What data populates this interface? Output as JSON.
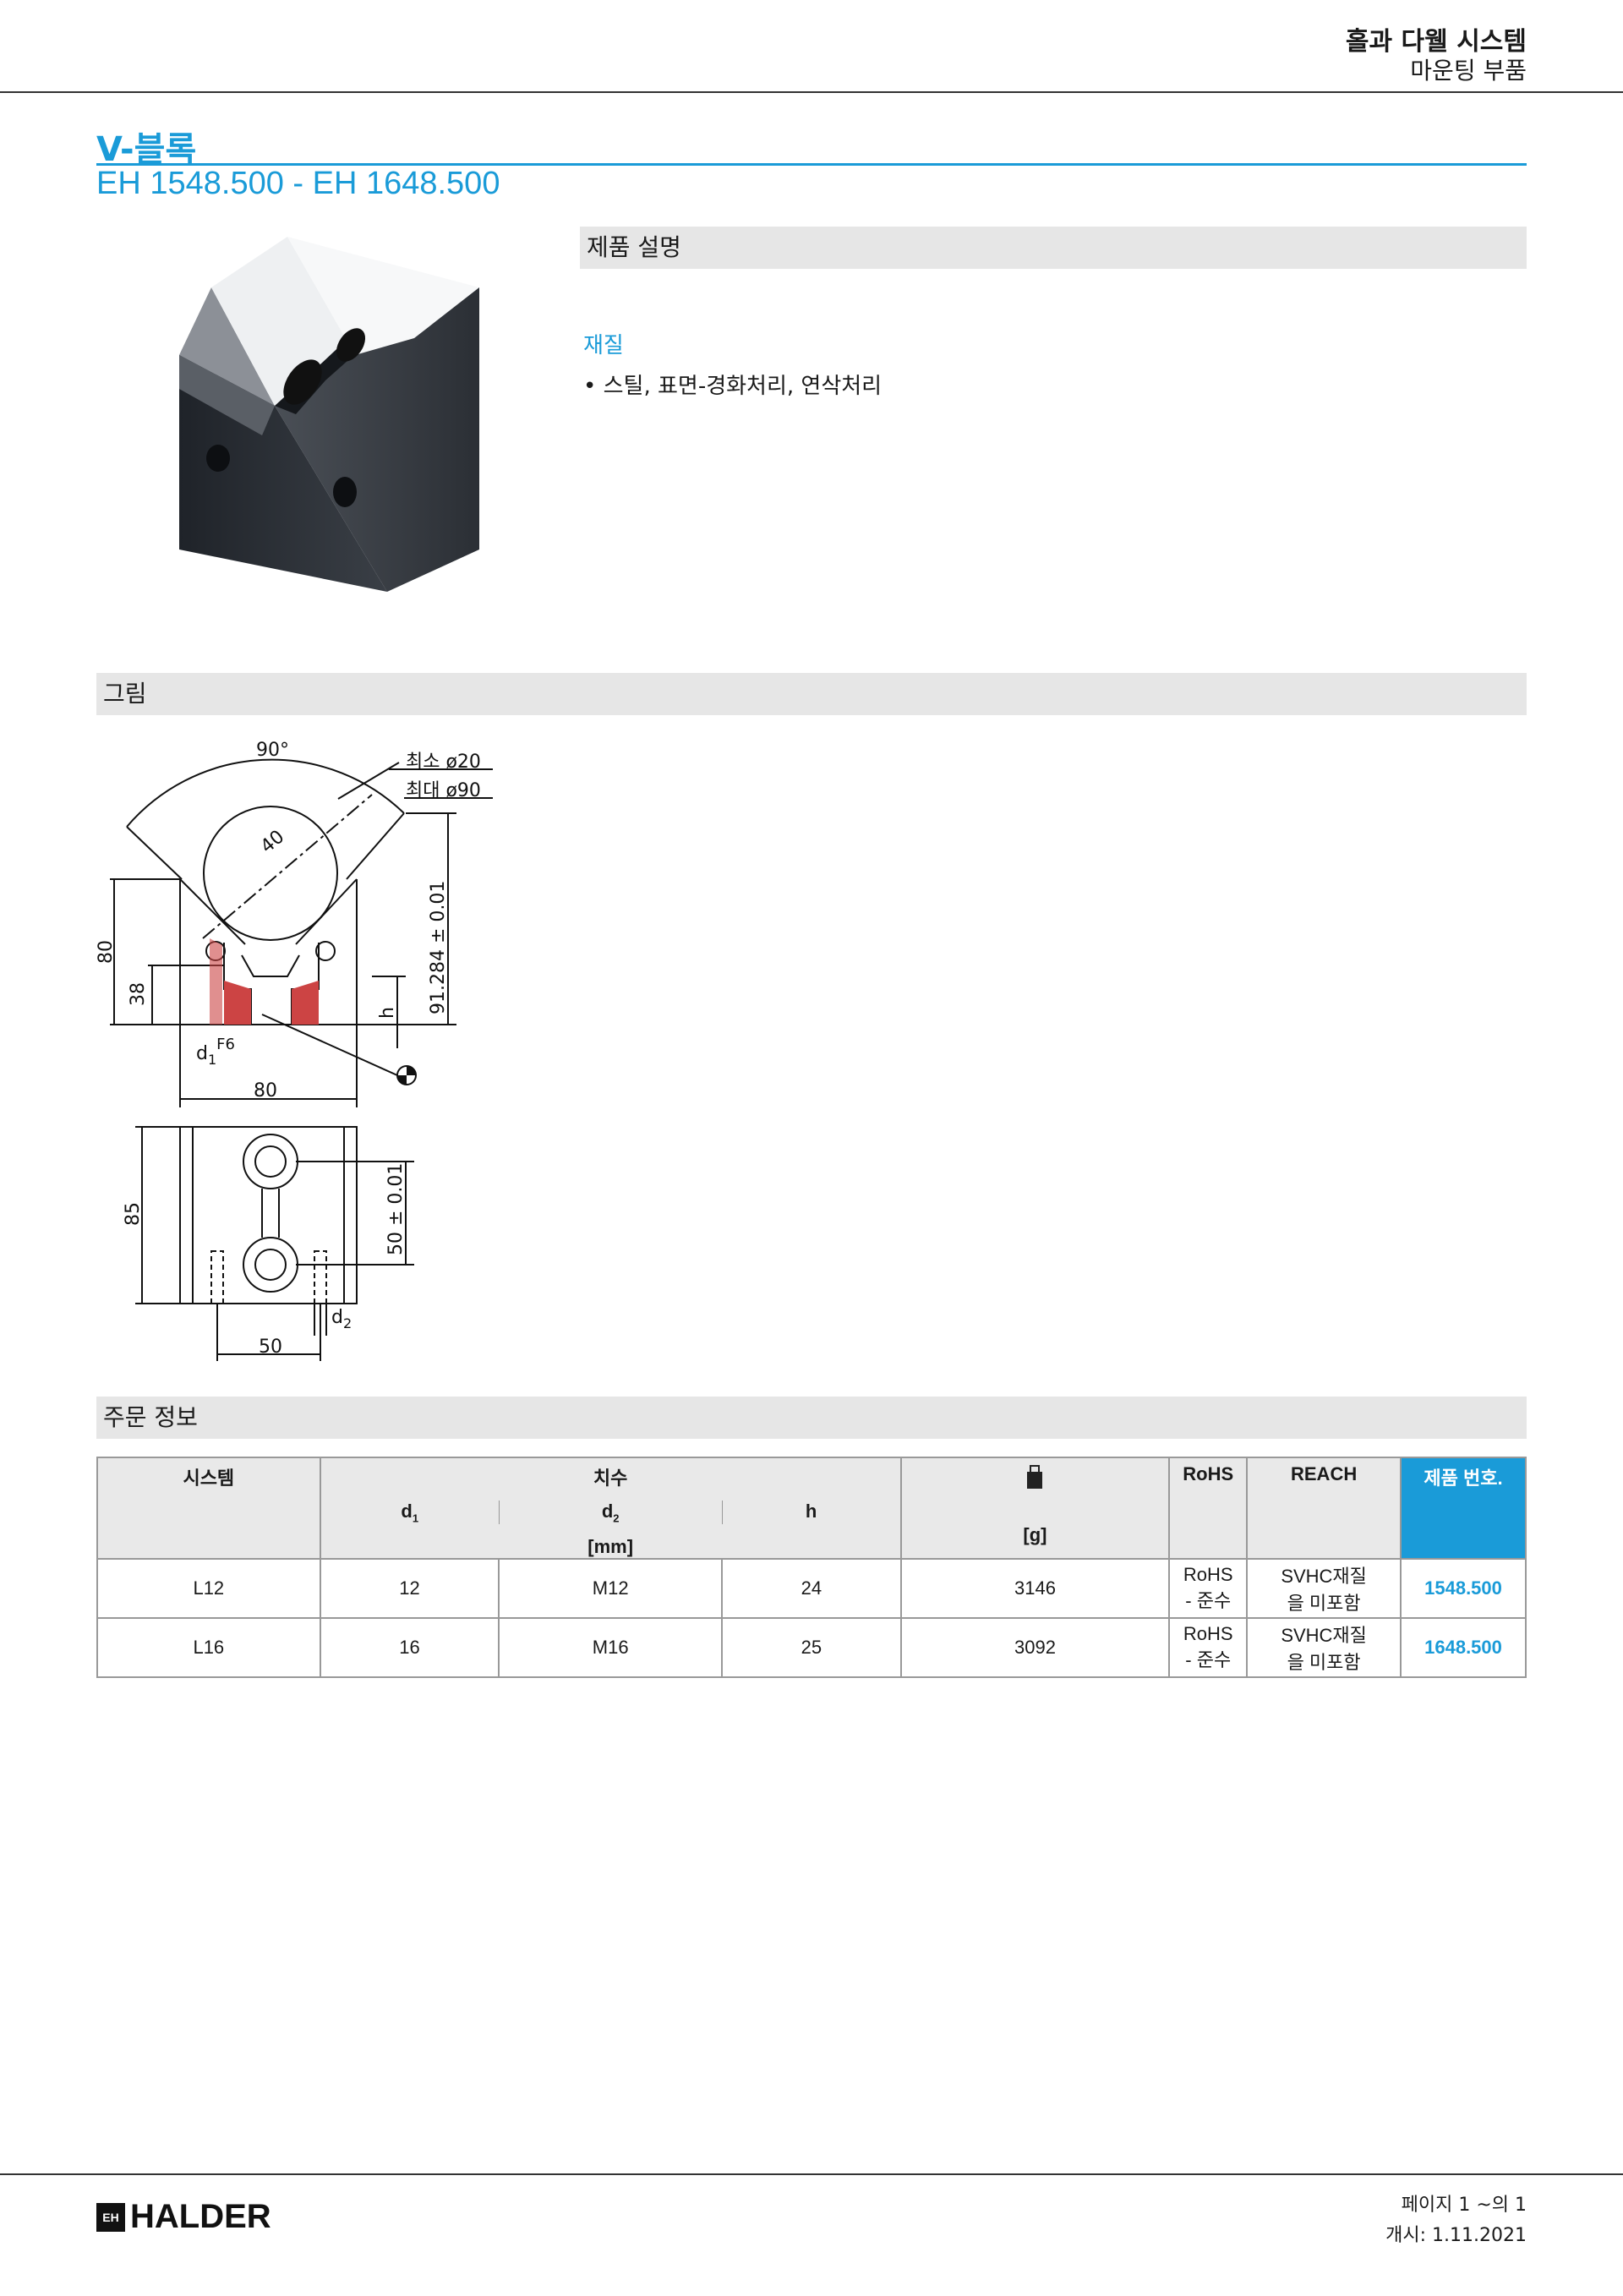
{
  "header": {
    "title": "홀과 다웰 시스템",
    "subtitle": "마운팅 부품"
  },
  "doc": {
    "title": "V-블록",
    "range": "EH 1548.500 - EH 1648.500"
  },
  "description": {
    "section_title": "제품 설명",
    "material_label": "재질",
    "material_items": [
      "스틸, 표면-경화처리, 연삭처리"
    ]
  },
  "figure": {
    "section_title": "그림",
    "labels": {
      "angle": "90°",
      "min_dia": "최소 ø20",
      "max_dia": "최대 ø90",
      "radius": "40",
      "height_total": "80",
      "height_38": "38",
      "height_v": "91.284 ± 0.01",
      "h": "h",
      "d1": "d",
      "d1_sub": "1",
      "d1_tol": "F6",
      "width_80": "80",
      "height_85": "85",
      "spacing": "50 ± 0.01",
      "d2": "d",
      "d2_sub": "2",
      "base_50": "50"
    }
  },
  "order": {
    "section_title": "주문 정보",
    "columns": {
      "system": "시스템",
      "dimensions": "치수",
      "d1": "d",
      "d1_sub": "1",
      "d2": "d",
      "d2_sub": "2",
      "h": "h",
      "unit_mm": "[mm]",
      "weight_icon": "weight-icon",
      "unit_g": "[g]",
      "rohs": "RoHS",
      "reach": "REACH",
      "part_no": "제품 번호."
    },
    "rows": [
      {
        "system": "L12",
        "d1": "12",
        "d2": "M12",
        "h": "24",
        "weight": "3146",
        "rohs_1": "RoHS",
        "rohs_2": "- 준수",
        "reach_1": "SVHC재질",
        "reach_2": "을 미포함",
        "part_no": "1548.500"
      },
      {
        "system": "L16",
        "d1": "16",
        "d2": "M16",
        "h": "25",
        "weight": "3092",
        "rohs_1": "RoHS",
        "rohs_2": "- 준수",
        "reach_1": "SVHC재질",
        "reach_2": "을 미포함",
        "part_no": "1648.500"
      }
    ]
  },
  "footer": {
    "logo": "HALDER",
    "logo_mark": "EH",
    "page": "페이지 1 ~의 1",
    "date": "개시: 1.11.2021"
  }
}
